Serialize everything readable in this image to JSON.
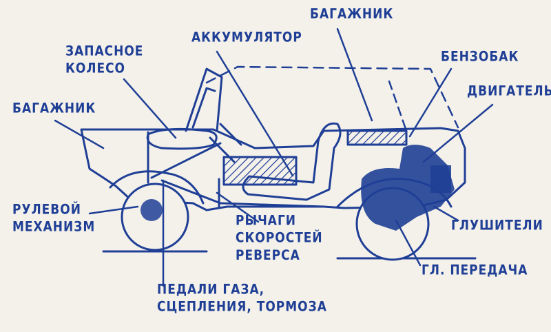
{
  "colors": {
    "ink": "#1f3f96",
    "paper": "#f4f1ea"
  },
  "labels": {
    "trunk_top": "БАГАЖНИК",
    "battery": "АККУМУЛЯТОР",
    "spare_wheel": [
      "ЗАПАСНОЕ",
      "КОЛЕСО"
    ],
    "fuel_tank": "БЕНЗОБАК",
    "engine": "ДВИГАТЕЛЬ",
    "trunk_front": "БАГАЖНИК",
    "steering": [
      "РУЛЕВОЙ",
      "МЕХАНИЗМ"
    ],
    "levers": [
      "РЫЧАГИ",
      "СКОРОСТЕЙ",
      "РЕВЕРСА"
    ],
    "mufflers": "ГЛУШИТЕЛИ",
    "main_drive": "ГЛ. ПЕРЕДАЧА",
    "pedals": [
      "ПЕДАЛИ ГАЗА,",
      "СЦЕПЛЕНИЯ, ТОРМОЗА"
    ]
  }
}
